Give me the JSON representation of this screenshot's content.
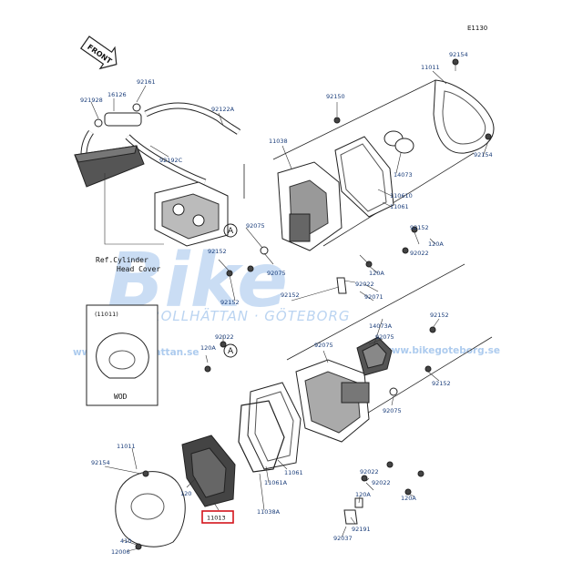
{
  "diagram_code": "E1130",
  "front_label": "FRONT",
  "ref_note": [
    "Ref.Cylinder",
    "Head Cover"
  ],
  "inset": {
    "title": "(11011)",
    "caption": "WOD"
  },
  "marker_letter": "A",
  "watermark": {
    "brand": "Bike",
    "subtitle": "TROLLHÄTTAN · GÖTEBORG",
    "url_left": "www.biketrollhattan.se",
    "url_right": "www.bikegoteborg.se"
  },
  "highlight_color": "#d4141c",
  "label_color": "#1a3d7a",
  "labels": {
    "l92154_top": "92154",
    "l11011_top": "11011",
    "l92161": "92161",
    "l16126": "16126",
    "l921928": "921928",
    "l92122A": "92122A",
    "l92150": "92150",
    "l92192C": "92192C",
    "l11038": "11038",
    "l14073": "14073",
    "l92154_right": "92154",
    "l110610": "110610",
    "l11061_top": "11061",
    "l92075_a": "92075",
    "l92152_a": "92152",
    "l92075_b": "92075",
    "l120A_top": "120A",
    "l92022_top": "92022",
    "l120A_mid": "120A",
    "l92022_mid": "92022",
    "l92152_b": "92152",
    "l92152_c": "92152",
    "l92152_d": "92152",
    "l92071": "92071",
    "l14073A": "14073A",
    "l92152_e": "92152",
    "l92022_left": "92022",
    "l120A_left": "120A",
    "l92075_c": "92075",
    "l92075_d": "92075",
    "l92152_f": "92152",
    "l92075_e": "92075",
    "l11011_bottom": "11011",
    "l92154_bottom": "92154",
    "l11061": "11061",
    "l92022_low": "92022",
    "l92022_low2": "92022",
    "l120_low": "120",
    "l11061A": "11061A",
    "l120A_low": "120A",
    "l120A_low2": "120A",
    "l11013": "11013",
    "l11038A": "11038A",
    "l92191": "92191",
    "l92037": "92037",
    "l410": "410",
    "l12006": "12006"
  }
}
